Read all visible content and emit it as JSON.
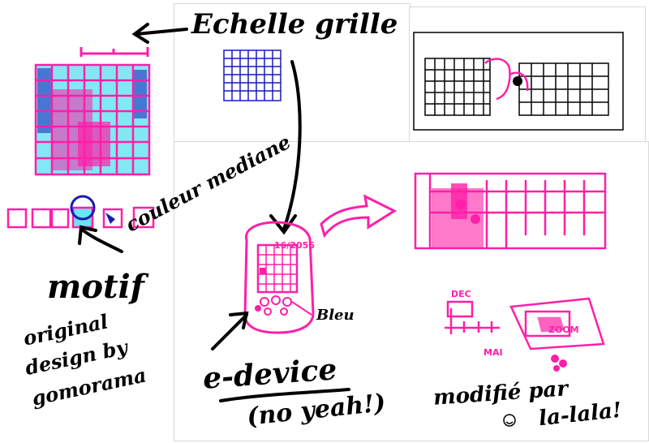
{
  "colors": {
    "pink": "#ff1fa8",
    "cyan": "#6ce4f2",
    "blue": "#1a1ab8",
    "ink": "#000000",
    "paper": "#ffffff"
  },
  "labels": {
    "echelle_grille": "Echelle grille",
    "couleur_mediane": "couleur mediane",
    "motif": "motif",
    "original_line1": "original",
    "original_line2": "design by",
    "original_line3": "gomorama",
    "edevice": "e-device",
    "no_yeah": "(no yeah!)",
    "bleu": "Bleu",
    "modifie": "modifié par",
    "lala": "la-lala!",
    "phone_numbers": "16/2056",
    "mini_dec": "DEC",
    "mini_mai": "MAI",
    "zoom": "ZOOM"
  },
  "icons": [
    "arrow-left-icon",
    "arrow-down-icon",
    "arrow-up-icon",
    "arrow-right-icon",
    "phone-sketch-icon",
    "pixel-grid-icon",
    "smiley-icon"
  ]
}
